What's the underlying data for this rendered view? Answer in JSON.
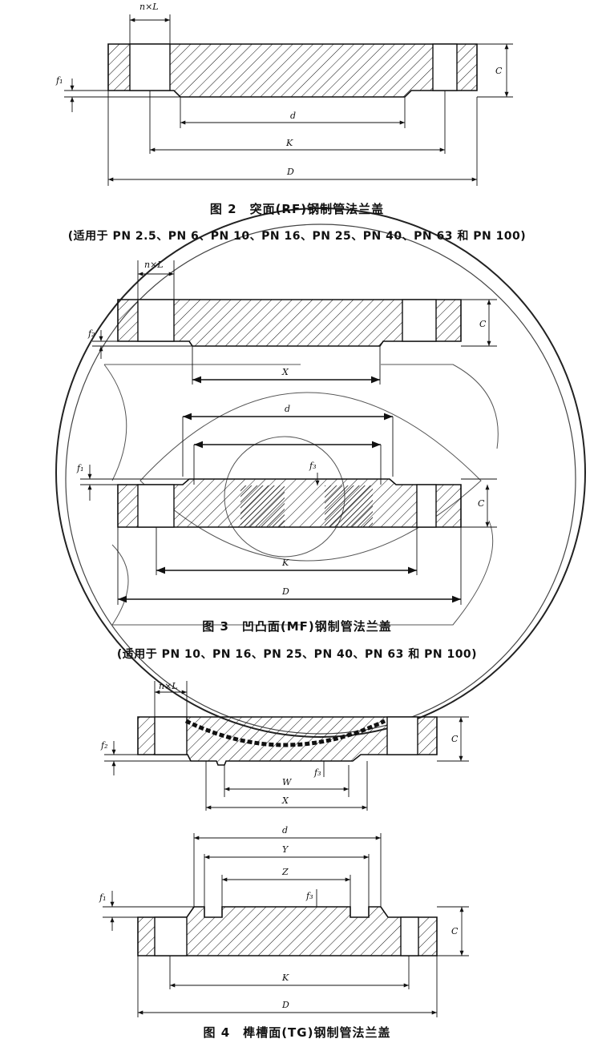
{
  "figures": [
    {
      "id": "fig2",
      "caption": "图 2　突面(RF)钢制管法兰盖",
      "subcaption": "(适用于 PN 2.5、PN 6、PN 10、PN 16、PN 25、PN 40、PN 63 和 PN 100)",
      "dims": {
        "nL": "n×L",
        "f1": "f₁",
        "C": "C",
        "d": "d",
        "K": "K",
        "D": "D"
      }
    },
    {
      "id": "fig3",
      "caption": "图 3　凹凸面(MF)钢制管法兰盖",
      "subcaption": "(适用于 PN 10、PN 16、PN 25、PN 40、PN 63 和 PN 100)",
      "dims": {
        "nL": "n×L",
        "f2": "f₂",
        "C": "C",
        "X": "X",
        "d": "d",
        "f1": "f₁",
        "f3": "f₃",
        "K": "K",
        "D": "D"
      }
    },
    {
      "id": "fig4",
      "caption": "图 4　榫槽面(TG)钢制管法兰盖",
      "dims": {
        "nL": "n×L",
        "f2": "f₂",
        "C": "C",
        "W": "W",
        "f3": "f₃",
        "X": "X",
        "d": "d",
        "Y": "Y",
        "Z": "Z",
        "f1": "f₁",
        "K": "K",
        "D": "D"
      }
    }
  ]
}
